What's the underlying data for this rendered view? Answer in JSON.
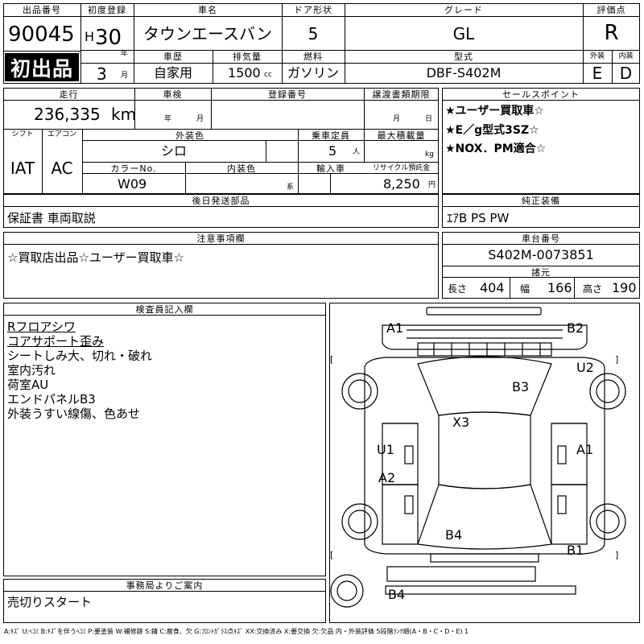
{
  "header": {
    "lot_no_label": "出品番号",
    "lot_no": "90045",
    "first_listing": "初出品",
    "first_reg_label": "初度登録",
    "era": "H",
    "year": "30",
    "year_unit": "年",
    "month": "3",
    "month_unit": "月",
    "model_label": "車名",
    "model": "タウンエースバン",
    "doors_label": "ドア形状",
    "doors": "5",
    "grade_label": "グレード",
    "grade": "GL",
    "score_label": "評価点",
    "score": "R",
    "history_label": "車歴",
    "history": "自家用",
    "displacement_label": "排気量",
    "displacement": "1500",
    "displacement_unit": "cc",
    "fuel_label": "燃料",
    "fuel": "ガソリン",
    "type_label": "型式",
    "type": "DBF-S402M",
    "ext_label": "外装",
    "ext": "E",
    "int_label": "内装",
    "int": "D"
  },
  "details": {
    "mileage_label": "走行",
    "mileage": "236,335",
    "mileage_unit": "km",
    "inspection_label": "車検",
    "year_unit": "年",
    "month_unit": "月",
    "plate_label": "登録番号",
    "transfer_label": "譲渡書類期限",
    "shift_label": "シフト",
    "shift": "IAT",
    "ac_label": "エアコン",
    "ac": "AC",
    "color_label": "外装色",
    "color": "シロ",
    "capacity_label": "乗車定員",
    "capacity": "5",
    "capacity_unit": "人",
    "load_label": "最大積載量",
    "load_unit": "kg",
    "color_no_label": "カラーNo.",
    "color_no": "W09",
    "int_color_label": "内装色",
    "int_color_unit": "系",
    "import_label": "輸入車",
    "recycle_label": "リサイクル預託金",
    "recycle": "8,250",
    "recycle_unit": "円"
  },
  "sales_points": {
    "label": "セールスポイント",
    "lines": [
      "★ユーザー買取車☆",
      "★E／g型式3SZ☆",
      "★NOX．PM適合☆"
    ]
  },
  "parts": {
    "label": "後日発送部品",
    "value": "保証書 車両取説"
  },
  "equipment": {
    "label": "純正装備",
    "value": "ｴｱB PS PW"
  },
  "notes": {
    "label": "注意事項欄",
    "value": "☆買取店出品☆ユーザー買取車☆"
  },
  "chassis": {
    "label": "車台番号",
    "value": "S402M-0073851"
  },
  "specs": {
    "label": "諸元",
    "length_label": "長さ",
    "length": "404",
    "width_label": "幅",
    "width": "166",
    "height_label": "高さ",
    "height": "190"
  },
  "inspector": {
    "label": "検査員記入欄",
    "lines": [
      "Rフロアシワ",
      "コアサポート歪み",
      "シートしみ大、切れ・破れ",
      "室内汚れ",
      "荷室AU",
      "エンドパネルB3",
      "外装うすい線傷、色あせ"
    ]
  },
  "office": {
    "label": "事務局よりご案内",
    "value": "売切りスタート"
  },
  "diagram_marks": [
    "A1",
    "B2",
    "U2",
    "B3",
    "X3",
    "U1",
    "A1",
    "A2",
    "B4",
    "B1",
    "B4"
  ],
  "diagram_brackets": [
    "[",
    "]"
  ],
  "legend": "A:ｷｽﾞ U:ﾍｺﾐ B:ｷｽﾞを伴うﾍｺﾐ P:要塗装 W:補修跡 S:錆 C:腐食、欠 G:ﾌﾛﾝﾄｶﾞﾗｽ点ｷｽﾞ XX:交換済み X:要交換 欠:欠品 内・外装評価 5段階ﾗﾝｸ順(A・B・C・D・E) 1"
}
